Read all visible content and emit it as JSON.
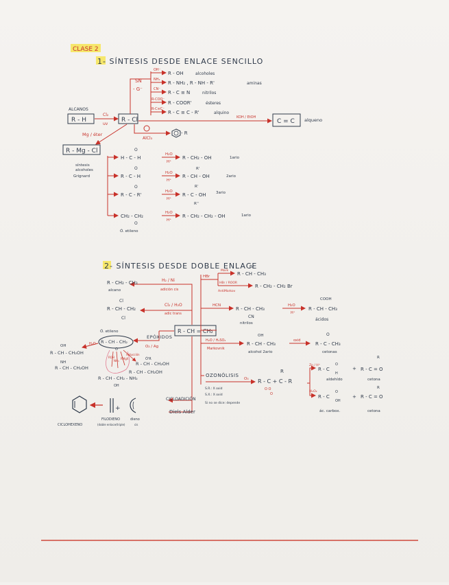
{
  "colors": {
    "ink": "#2f3a4a",
    "red": "#c8322a",
    "pink": "#e27b91",
    "highlight": "#f6e76b",
    "paper": "#f3f1ee",
    "footer_line": "#d77166"
  },
  "header": {
    "class_label": "CLASE 2"
  },
  "section1": {
    "title": "1- SÍNTESIS DESDE ENLACE SENCILLO",
    "left": {
      "alkanes": "ALCANOS",
      "rh": "R - H",
      "cl2": "Cl₂",
      "uv": "uv",
      "rcl": "R - Cl",
      "mg": "Mg / éter",
      "rmgcl": "R - Mg - Cl"
    },
    "sn": {
      "label": "SN",
      "minus_g": "- G⁻"
    },
    "reactions": [
      {
        "reagent": "OH⁻",
        "product": "R - OH",
        "name": "alcoholes"
      },
      {
        "reagent": "NH₂",
        "product": "R - NH₂  ,  R - NH - R'",
        "name": "aminas"
      },
      {
        "reagent": "CN⁻",
        "product": "R - C ≡ N",
        "name": "nitrilos"
      },
      {
        "reagent": "R-COO⁻",
        "product": "R - COOR'",
        "name": "ésteres"
      },
      {
        "reagent": "R-C≡C⁻",
        "product": "R - C ≡ C - R'",
        "name": "alquino"
      }
    ],
    "koh": "KOH / EtOH",
    "alkene_box": "C = C",
    "alkene_name": "alqueno",
    "benzene_reagent": "AlCl₃",
    "benzene_product": "- R",
    "grignard": {
      "label_lines": [
        "síntesis",
        "alcoholes",
        "Grignard"
      ],
      "rows": [
        {
          "reactant": "H - C - H",
          "o": "O",
          "reagent_top": "H₂O",
          "reagent_bottom": "H⁺",
          "product": "R - CH₂ - OH",
          "type": "1ario"
        },
        {
          "reactant": "R - C - H",
          "o": "O",
          "reagent_top": "H₂O",
          "reagent_bottom": "H⁺",
          "product": "R - CH - OH",
          "prod_sub_top": "R'",
          "type": "2ario"
        },
        {
          "reactant": "R - C - R'",
          "o": "O",
          "reagent_top": "H₂O",
          "reagent_bottom": "H⁺",
          "product": "R - C - OH",
          "prod_sub_top": "R'",
          "prod_sub_bottom": "R''",
          "type": "3ario"
        },
        {
          "reactant": "CH₂ - CH₂",
          "o": "O",
          "reagent_top": "H₂O",
          "reagent_bottom": "H⁺",
          "product": "R - CH₂ - CH₂ - OH",
          "type": "1ario",
          "note": "Ó. etileno"
        }
      ]
    }
  },
  "section2": {
    "title": "2- SÍNTESIS DESDE DOBLE ENLACE",
    "center": "R - CH = CH₂",
    "left_top": {
      "reagent": "H₂ / Ni",
      "sub": "adición cis",
      "product": "R - CH₂ - CH₃",
      "name": "alcano"
    },
    "halo": {
      "cl_top": "Cl",
      "product": "R - CH - CH₂",
      "cl_bottom": "Cl",
      "reagent": "Cl₂ / H₂O",
      "sub": "adic trans"
    },
    "hbr": {
      "reagent": "HBr",
      "br": "Br",
      "mark_reagent": "Mark",
      "mark_product": "R - CH - CH₃",
      "anti_reagent": "HBr / ROOR",
      "anti_label": "AntiMarkov",
      "anti_product": "R - CH₂ - CH₂ Br"
    },
    "hcn": {
      "reagent": "HCN",
      "product": "R - CH - CH₃",
      "cn": "CN",
      "name": "nitrilos",
      "reagent2_top": "H₂O",
      "reagent2_bottom": "H⁺",
      "cooh": "COOH",
      "product2": "R - CH - CH₃",
      "name2": "ácidos"
    },
    "hydration": {
      "reagent": "H₂O / H₂SO₄",
      "sub": "Markovnik",
      "oh": "OH",
      "product": "R - CH - CH₃",
      "name": "alcohol 2ario",
      "oxid": "oxid",
      "o": "O",
      "ketone": "R - C - CH₃",
      "ketone_name": "cetonas"
    },
    "epoxide": {
      "label": "EPÓXIDOS",
      "reagent": "O₂ / Ag",
      "ring": "R - CH - CH₂",
      "o": "O",
      "ring_label": "Ó. etileno",
      "left_reagent": "H₂O",
      "left_top": "OH",
      "left_product": "R - CH - CH₂OH",
      "nh_top": "NH",
      "left_product2": "R - CH - CH₂OH",
      "right_products": [
        "R - CH - CH₂OH",
        "R - CH - CH₂OH",
        "R - CH - CH₂ - NH₂"
      ],
      "oh_small": "OH",
      "oh_label2": "Ó'R",
      "arrows": [
        "ROH",
        "NH₃",
        "RMgX",
        "reducción"
      ]
    },
    "ozonolysis": {
      "label": "OZONÓLISIS",
      "reagent": "O₃",
      "structure": "R - C  +  C - R",
      "r_top": "R",
      "ozonide_o": "O  O",
      "ozonide_bottom": "O",
      "notes": [
        "S.R.:  X oxid",
        "S.X.:  X oxid",
        "Si no se dice: depende"
      ],
      "branch_top_reagent": "Zn / H⁺",
      "branch_bottom_reagent": "H₂O₂",
      "products": [
        {
          "formula": "R - C",
          "sub": "H",
          "sup": "O",
          "name": "aldehído"
        },
        {
          "formula": "R - C = O",
          "sub": "R",
          "name": "cetona"
        },
        {
          "formula": "R - C",
          "sub": "OH",
          "sup": "O",
          "name": "ác. carbox."
        },
        {
          "formula": "R - C = O",
          "sub": "R",
          "name": "cetona"
        }
      ]
    },
    "cycloaddition": {
      "label": "CICLOADICIÓN",
      "sub": "Diels Alder",
      "cyclohexene": "CICLOHEXENO",
      "dienophile": "FILODIENO",
      "dienophile_sub": "(doble enlace/triple)",
      "diene": "dieno",
      "diene_sub": "cis"
    }
  }
}
